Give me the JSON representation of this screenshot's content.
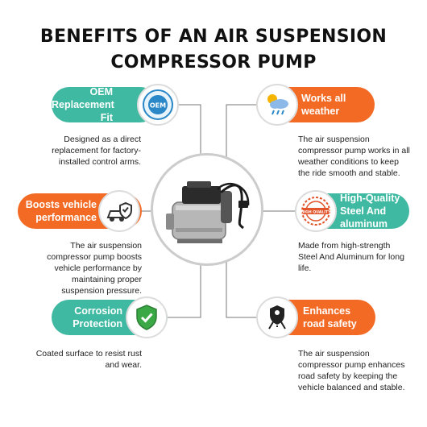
{
  "title": {
    "line1": "BENEFITS OF AN AIR SUSPENSION",
    "line2": "COMPRESSOR PUMP"
  },
  "colors": {
    "teal": "#3fb9a2",
    "orange": "#f26a24"
  },
  "benefits": [
    {
      "title_lines": [
        "OEM",
        "Replacement Fit"
      ],
      "icon": "oem-badge-icon",
      "badge_text": "OEM",
      "desc_lines": [
        "Designed as a direct",
        "replacement for factory-",
        "installed control arms."
      ]
    },
    {
      "title_lines": [
        "Works all",
        "weather"
      ],
      "icon": "weather-icon",
      "desc_lines": [
        "The air suspension",
        "compressor pump works in all",
        "weather conditions to keep",
        "the ride smooth and stable."
      ]
    },
    {
      "title_lines": [
        "Boosts vehicle",
        "performance"
      ],
      "icon": "car-shield-icon",
      "desc_lines": [
        "The air suspension",
        "compressor pump boosts",
        "vehicle performance by",
        "maintaining proper",
        "suspension pressure."
      ]
    },
    {
      "title_lines": [
        "High-Quality",
        "Steel And",
        "aluminum"
      ],
      "icon": "high-quality-stamp-icon",
      "badge_text": "HIGH QUALITY",
      "desc_lines": [
        "Made from high-strength",
        "Steel And Aluminum for long",
        "life."
      ]
    },
    {
      "title_lines": [
        "Corrosion",
        "Protection"
      ],
      "icon": "shield-check-icon",
      "desc_lines": [
        "Coated surface to resist rust",
        "and wear."
      ]
    },
    {
      "title_lines": [
        "Enhances",
        "road safety"
      ],
      "icon": "road-safety-icon",
      "desc_lines": [
        "The air suspension",
        "compressor pump enhances",
        "road safety by keeping the",
        "vehicle balanced and stable."
      ]
    }
  ]
}
